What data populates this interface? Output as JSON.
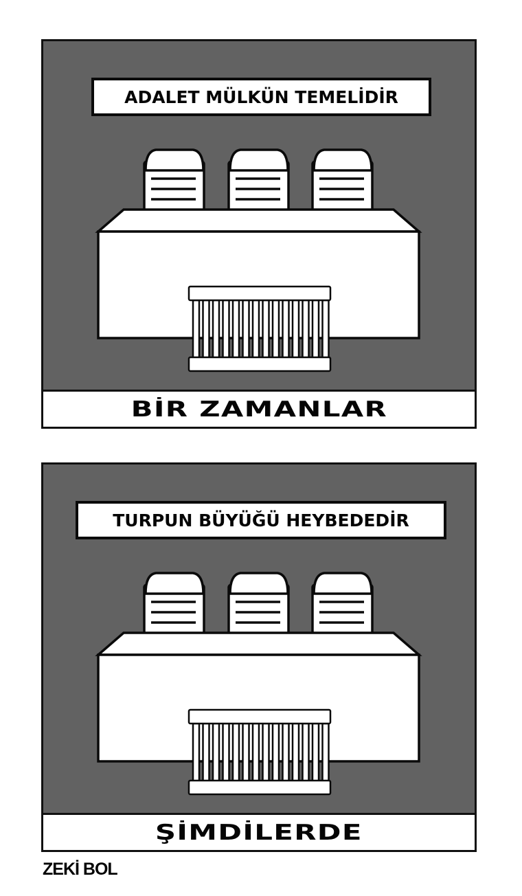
{
  "comic": {
    "panels": [
      {
        "sign_text": "ADALET MÜLKÜN TEMELİDİR",
        "caption": "BİR ZAMANLAR"
      },
      {
        "sign_text": "TURPUN BÜYÜĞÜ HEYBEDEDİR",
        "caption": "ŞİMDİLERDE"
      }
    ],
    "signature": "ZEKİ BOL",
    "colors": {
      "background_gray": "#626262",
      "outline": "#111111",
      "fill": "#ffffff"
    }
  }
}
